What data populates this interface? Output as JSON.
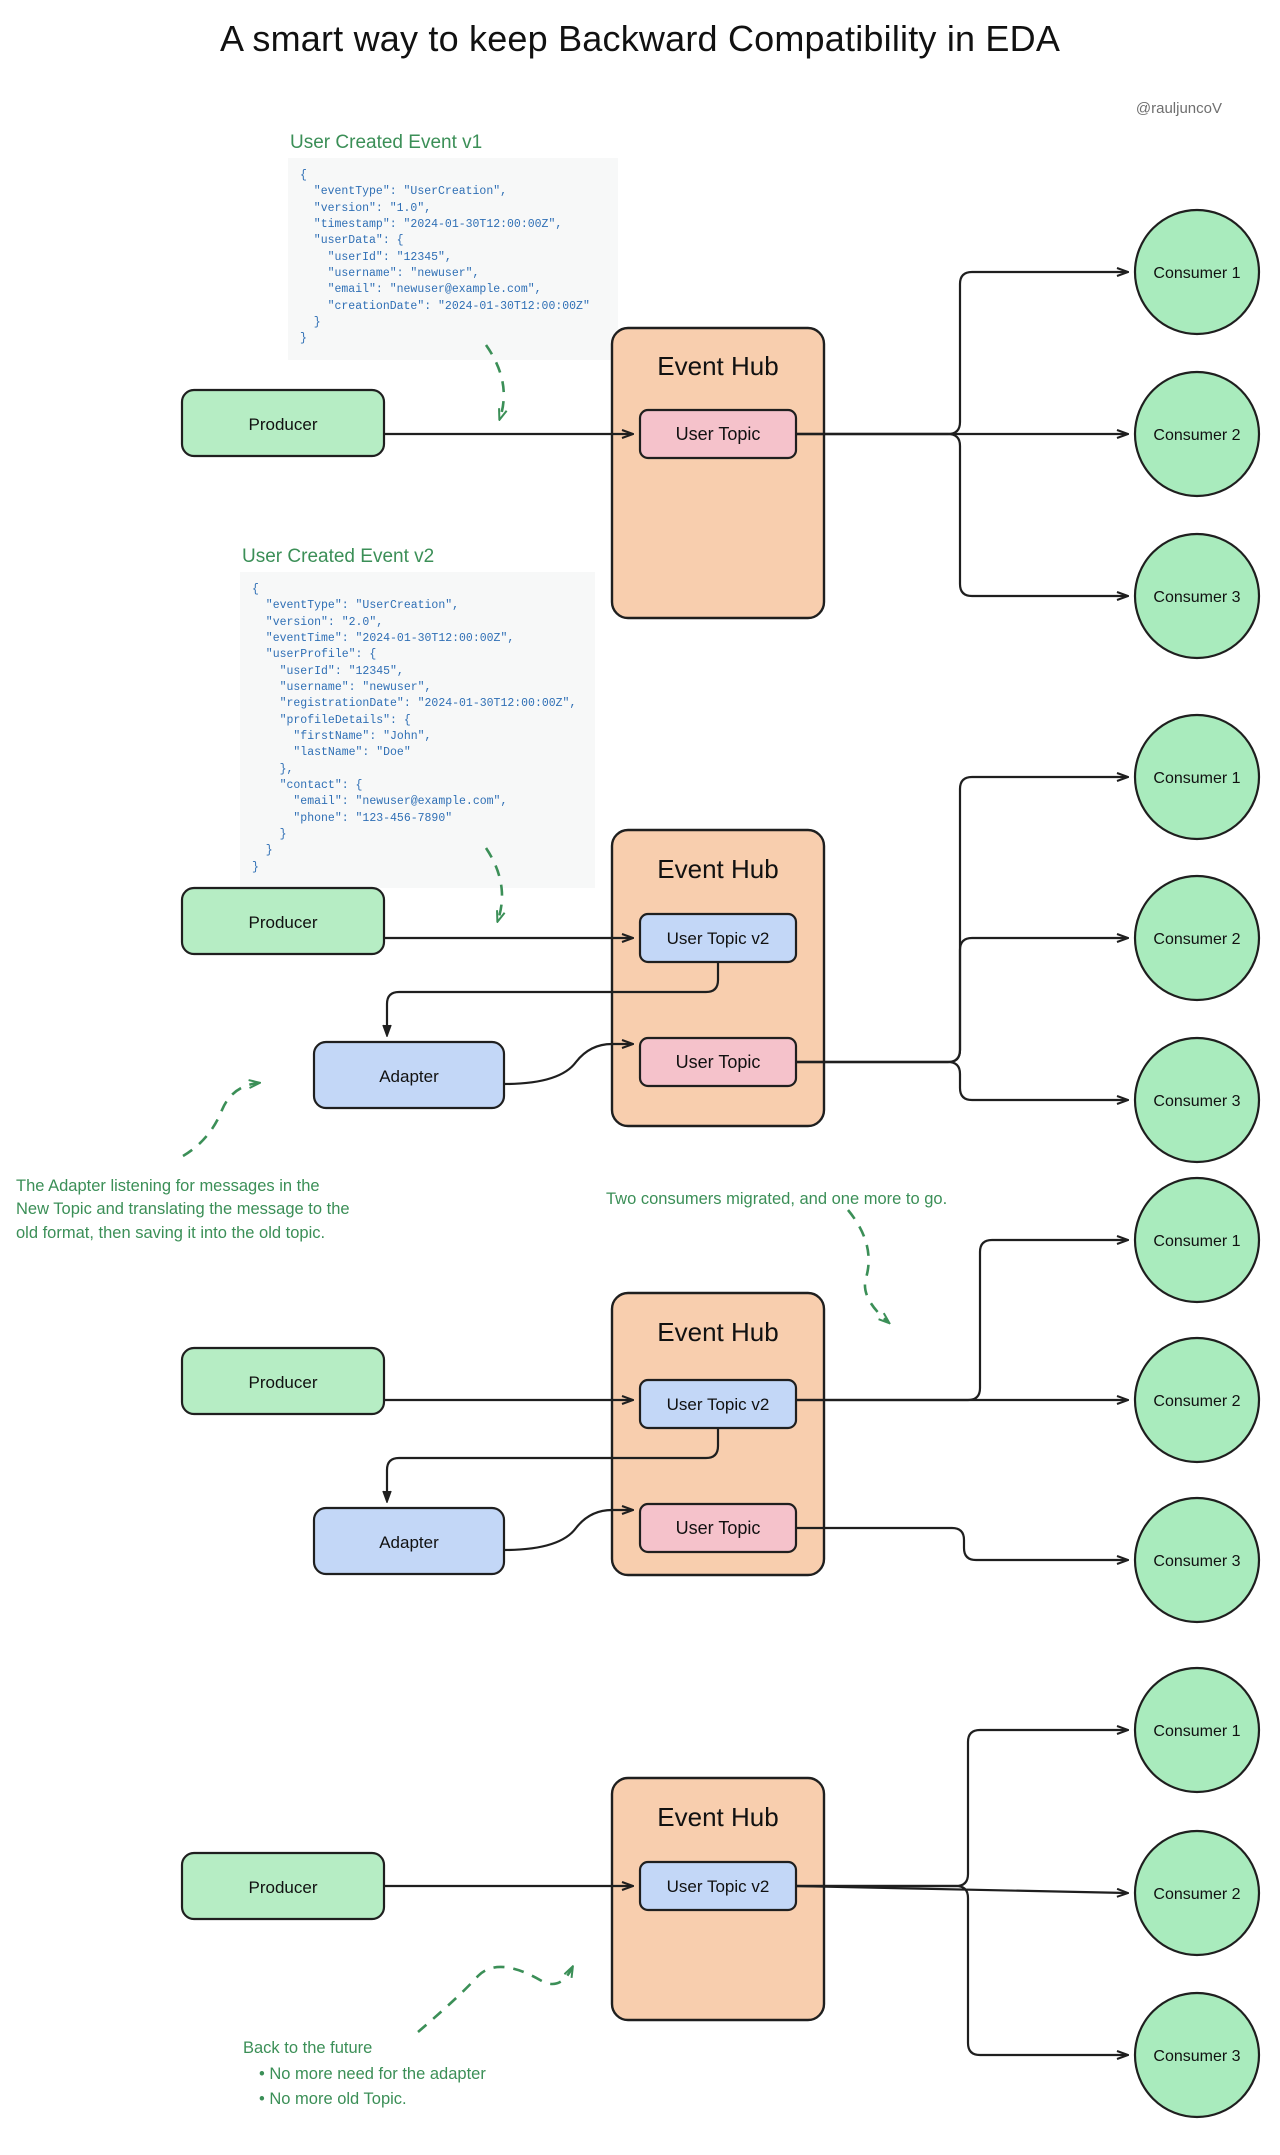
{
  "page": {
    "title": "A smart way to keep Backward Compatibility in EDA",
    "handle": "@rauljuncoV"
  },
  "colors": {
    "event_hub_fill": "#f8ceae",
    "topic_old_fill": "#f5c2cb",
    "topic_new_fill": "#c3d7f7",
    "adapter_fill": "#c3d7f7",
    "producer_fill": "#b6edc4",
    "consumer_fill": "#a9ebbd",
    "stroke": "#1f1f1f",
    "note_green": "#3b8f57",
    "json_blue": "#2f6fb5",
    "json_bg": "#f7f8f8"
  },
  "events": {
    "v1": {
      "title": "User Created Event v1",
      "body": "{\n  \"eventType\": \"UserCreation\",\n  \"version\": \"1.0\",\n  \"timestamp\": \"2024-01-30T12:00:00Z\",\n  \"userData\": {\n    \"userId\": \"12345\",\n    \"username\": \"newuser\",\n    \"email\": \"newuser@example.com\",\n    \"creationDate\": \"2024-01-30T12:00:00Z\"\n  }\n}"
    },
    "v2": {
      "title": "User Created Event v2",
      "body": "{\n  \"eventType\": \"UserCreation\",\n  \"version\": \"2.0\",\n  \"eventTime\": \"2024-01-30T12:00:00Z\",\n  \"userProfile\": {\n    \"userId\": \"12345\",\n    \"username\": \"newuser\",\n    \"registrationDate\": \"2024-01-30T12:00:00Z\",\n    \"profileDetails\": {\n      \"firstName\": \"John\",\n      \"lastName\": \"Doe\"\n    },\n    \"contact\": {\n      \"email\": \"newuser@example.com\",\n      \"phone\": \"123-456-7890\"\n    }\n  }\n}"
    }
  },
  "labels": {
    "producer": "Producer",
    "event_hub": "Event Hub",
    "user_topic": "User Topic",
    "user_topic_v2": "User Topic v2",
    "adapter": "Adapter",
    "consumer_1": "Consumer 1",
    "consumer_2": "Consumer 2",
    "consumer_3": "Consumer 3"
  },
  "notes": {
    "adapter_explainer": "The Adapter listening for messages in the\nNew Topic and translating the message to the\nold format, then saving it into the old topic.",
    "migration": "Two consumers migrated, and one more to go.",
    "back_to_future_title": "Back to the future",
    "back_to_future_bullets": [
      "• No more need for the adapter",
      "• No more old Topic."
    ]
  },
  "stages": [
    {
      "id": "stage-1",
      "name": "v1-only",
      "event_hub_topics": [
        "User Topic"
      ],
      "has_adapter": false,
      "consumers": [
        "Consumer 1",
        "Consumer 2",
        "Consumer 3"
      ]
    },
    {
      "id": "stage-2",
      "name": "adapter-introduced",
      "event_hub_topics": [
        "User Topic v2",
        "User Topic"
      ],
      "has_adapter": true,
      "consumers": [
        "Consumer 1",
        "Consumer 2",
        "Consumer 3"
      ]
    },
    {
      "id": "stage-3",
      "name": "partial-migration",
      "event_hub_topics": [
        "User Topic v2",
        "User Topic"
      ],
      "has_adapter": true,
      "consumers": [
        "Consumer 1",
        "Consumer 2",
        "Consumer 3"
      ]
    },
    {
      "id": "stage-4",
      "name": "fully-migrated",
      "event_hub_topics": [
        "User Topic v2"
      ],
      "has_adapter": false,
      "consumers": [
        "Consumer 1",
        "Consumer 2",
        "Consumer 3"
      ]
    }
  ]
}
